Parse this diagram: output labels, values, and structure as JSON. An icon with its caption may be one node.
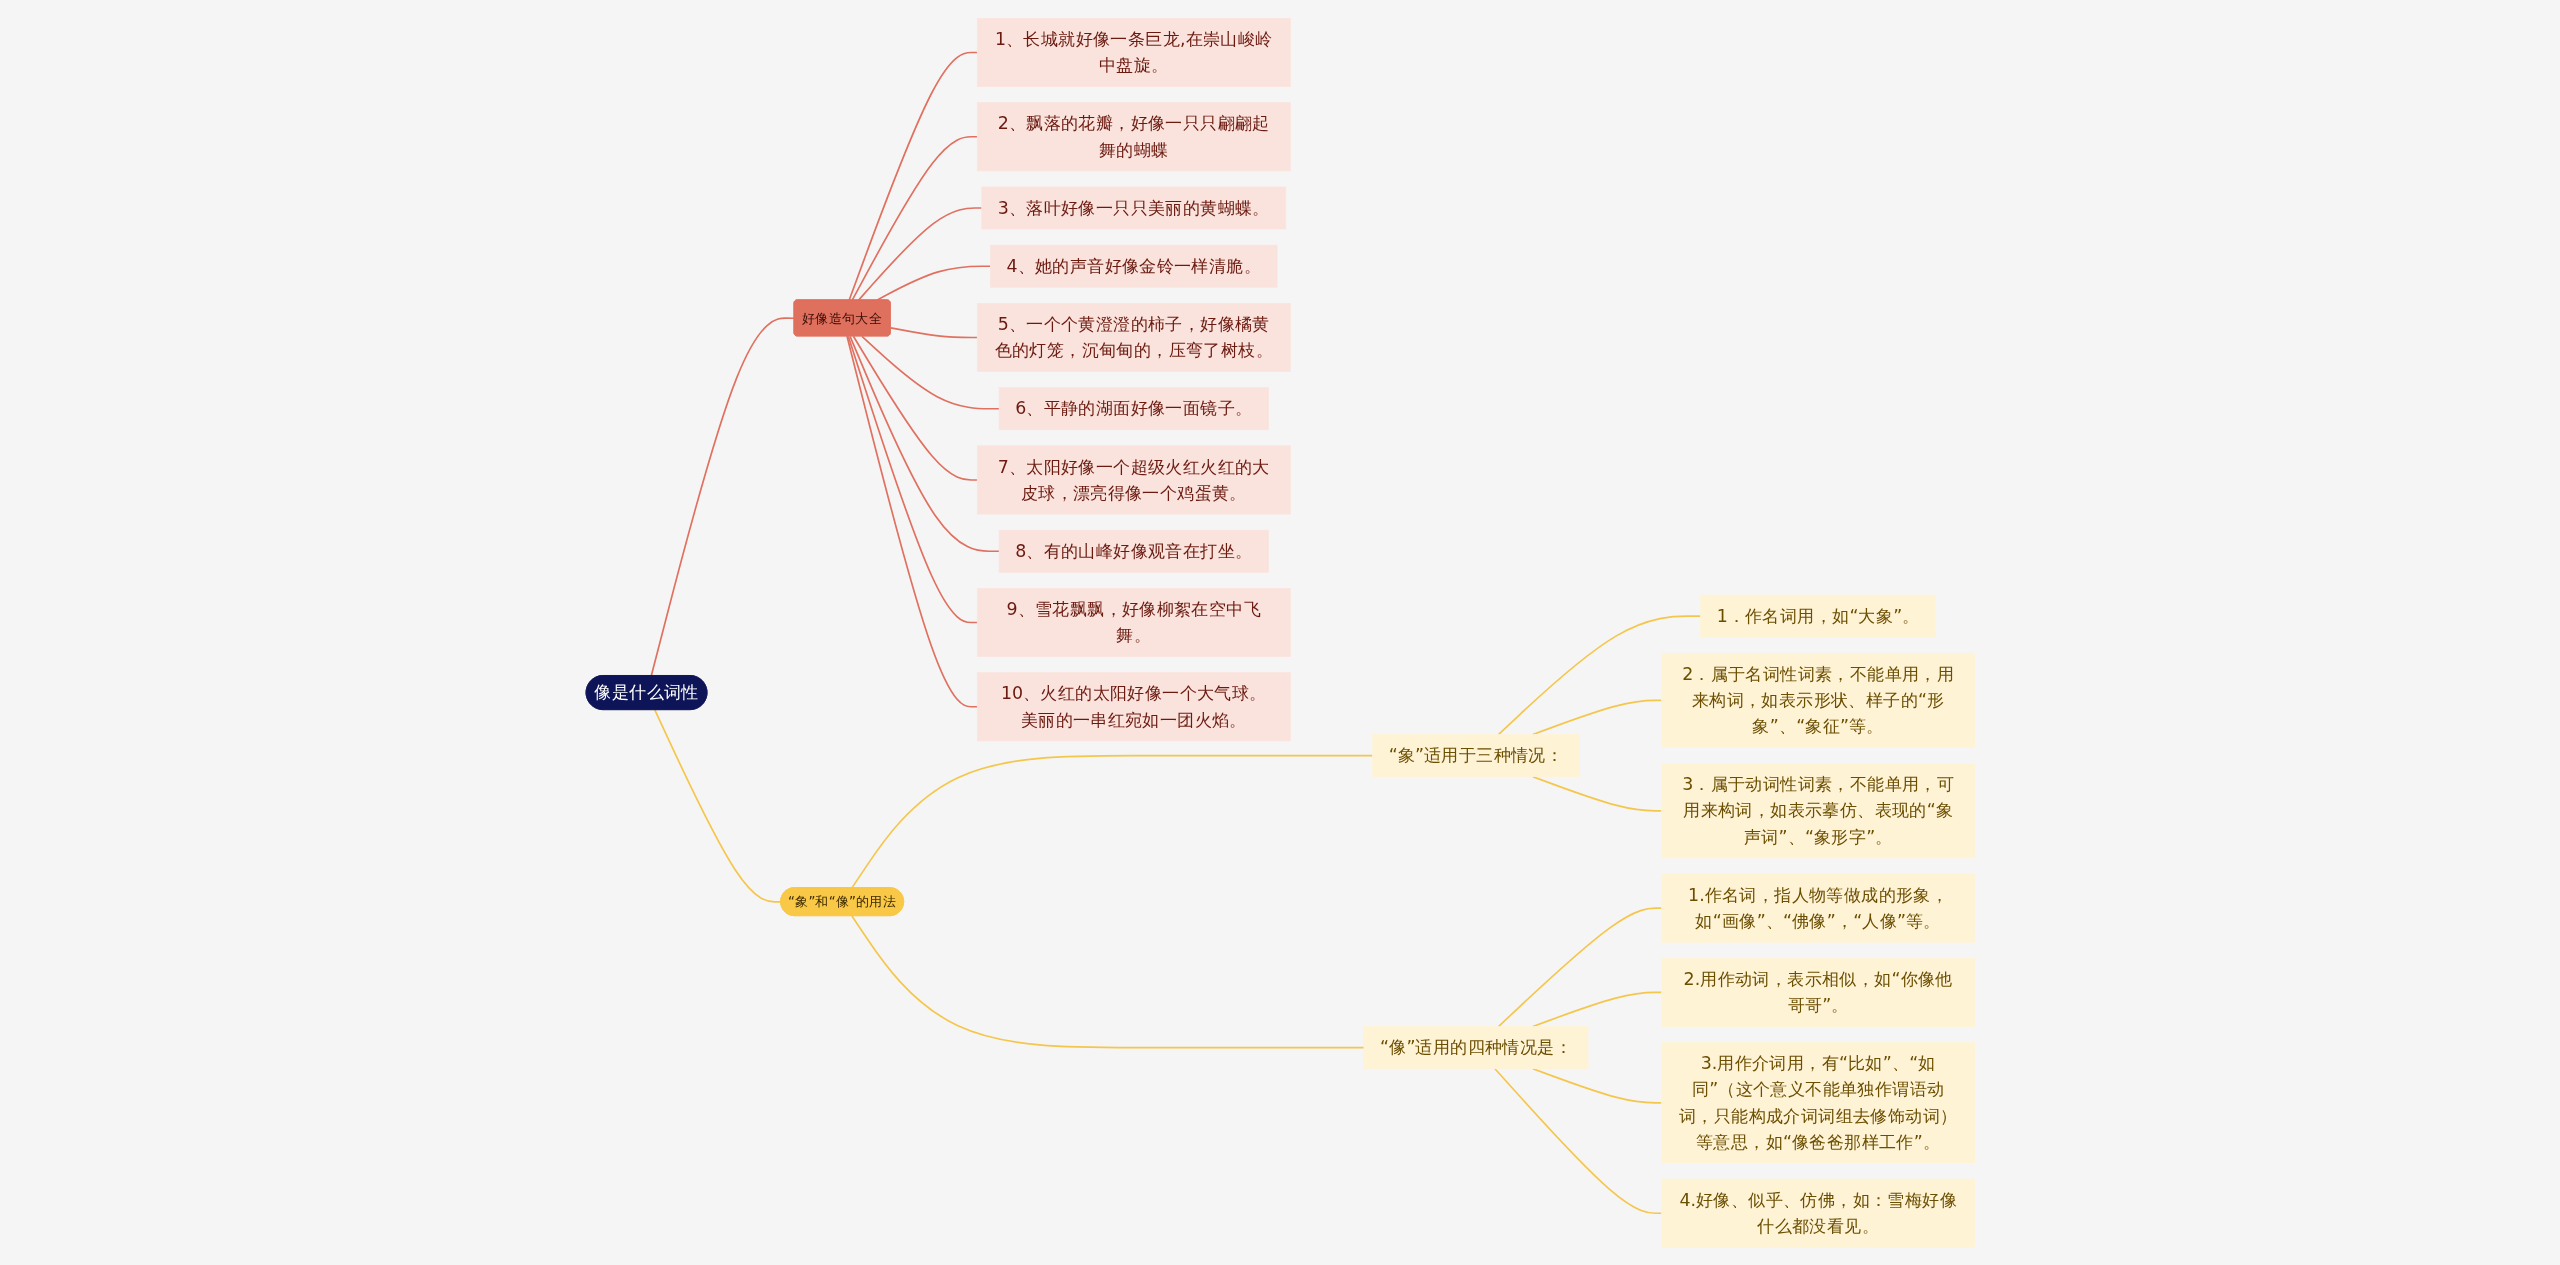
{
  "diagram": {
    "nodes": [
      {
        "text": [
          "像是什么词性"
        ]
      },
      {
        "text": [
          "好像造句大全"
        ]
      },
      {
        "text": [
          "1、长城就好像一条巨龙,在崇山峻岭中盘旋。"
        ]
      },
      {
        "text": [
          "2、飘落的花瓣，好像一只只翩翩起舞的蝴蝶"
        ]
      },
      {
        "text": [
          "3、落叶好像一只只美丽的黄蝴蝶。"
        ]
      },
      {
        "text": [
          "4、她的声音好像金铃一样清脆。"
        ]
      },
      {
        "text": [
          "5、一个个黄澄澄的柿子，好像橘黄色的灯笼，沉甸甸的，压弯了树枝。"
        ]
      },
      {
        "text": [
          "6、平静的湖面好像一面镜子。"
        ]
      },
      {
        "text": [
          "7、太阳好像一个超级火红火红的大皮球，漂亮得像一个鸡蛋黄。"
        ]
      },
      {
        "text": [
          "8、有的山峰好像观音在打坐。"
        ]
      },
      {
        "text": [
          "9、雪花飘飘，好像柳絮在空中飞舞。"
        ]
      },
      {
        "text": [
          "10、火红的太阳好像一个大气球。美丽的一串红宛如一团火焰。"
        ]
      },
      {
        "text": [
          "“象”和“像”的用法"
        ]
      },
      {
        "text": [
          "“象”适用于三种情况："
        ]
      },
      {
        "text": [
          "1．作名词用，如“大象”。"
        ]
      },
      {
        "text": [
          "2．属于名词性词素，不能单用，用来构词，如表示形状、样子的“形象”、“象征”等。"
        ]
      },
      {
        "text": [
          "3．属于动词性词素，不能单用，可用来构词，如表示摹仿、表现的“象声词”、“象形字”。"
        ]
      },
      {
        "text": [
          "“像”适用的四种情况是："
        ]
      },
      {
        "text": [
          "1.作名词，指人物等做成的形象，如“画像”、“佛像”，“人像”等。"
        ]
      },
      {
        "text": [
          "2.用作动词，表示相似，如“你像他哥哥”。"
        ]
      },
      {
        "text": [
          "3.用作介词用，有“比如”、“如同”（这个意义不能单独作谓语动词，只能构成介词词组去修饰动词）等意思，如“像爸爸那样工作”。"
        ]
      },
      {
        "text": [
          "4.好像、似乎、仿佛，如：雪梅好像什么都没看见。"
        ]
      }
    ],
    "edges": [
      {
        "from": 0,
        "to": 1,
        "arrow": "none",
        "color": "#e07060"
      },
      {
        "from": 1,
        "to": 2,
        "arrow": "none",
        "color": "#e07060"
      },
      {
        "from": 1,
        "to": 3,
        "arrow": "none",
        "color": "#e07060"
      },
      {
        "from": 1,
        "to": 4,
        "arrow": "none",
        "color": "#e07060"
      },
      {
        "from": 1,
        "to": 5,
        "arrow": "none",
        "color": "#e07060"
      },
      {
        "from": 1,
        "to": 6,
        "arrow": "none",
        "color": "#e07060"
      },
      {
        "from": 1,
        "to": 7,
        "arrow": "none",
        "color": "#e07060"
      },
      {
        "from": 1,
        "to": 8,
        "arrow": "none",
        "color": "#e07060"
      },
      {
        "from": 1,
        "to": 9,
        "arrow": "none",
        "color": "#e07060"
      },
      {
        "from": 1,
        "to": 10,
        "arrow": "none",
        "color": "#e07060"
      },
      {
        "from": 1,
        "to": 11,
        "arrow": "none",
        "color": "#e07060"
      },
      {
        "from": 0,
        "to": 12,
        "arrow": "none",
        "color": "#f5c64c"
      },
      {
        "from": 12,
        "to": 13,
        "arrow": "none",
        "color": "#f5c64c"
      },
      {
        "from": 12,
        "to": 17,
        "arrow": "none",
        "color": "#f5c64c"
      },
      {
        "from": 13,
        "to": 14,
        "arrow": "none",
        "color": "#f5c64c"
      },
      {
        "from": 13,
        "to": 15,
        "arrow": "none",
        "color": "#f5c64c"
      },
      {
        "from": 13,
        "to": 16,
        "arrow": "none",
        "color": "#f5c64c"
      },
      {
        "from": 17,
        "to": 18,
        "arrow": "none",
        "color": "#f5c64c"
      },
      {
        "from": 17,
        "to": 19,
        "arrow": "none",
        "color": "#f5c64c"
      },
      {
        "from": 17,
        "to": 20,
        "arrow": "none",
        "color": "#f5c64c"
      },
      {
        "from": 17,
        "to": 21,
        "arrow": "none",
        "color": "#f5c64c"
      }
    ]
  }
}
